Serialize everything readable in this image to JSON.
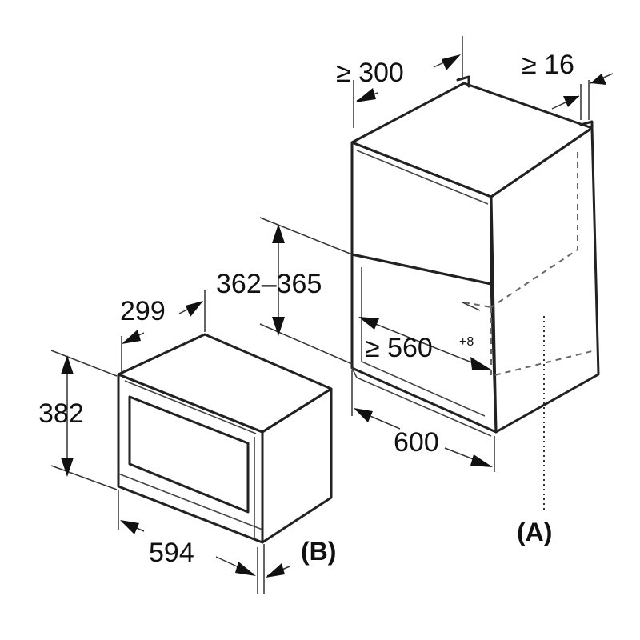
{
  "labels": {
    "depth_min": "≥ 300",
    "gap_min": "≥ 16",
    "niche_height": "362–365",
    "appliance_depth": "299",
    "niche_width_min": "≥ 560",
    "niche_width_sup": "+8",
    "appliance_height": "382",
    "cabinet_width": "600",
    "appliance_width": "594",
    "tag_a": "(A)",
    "tag_b": "(B)"
  }
}
